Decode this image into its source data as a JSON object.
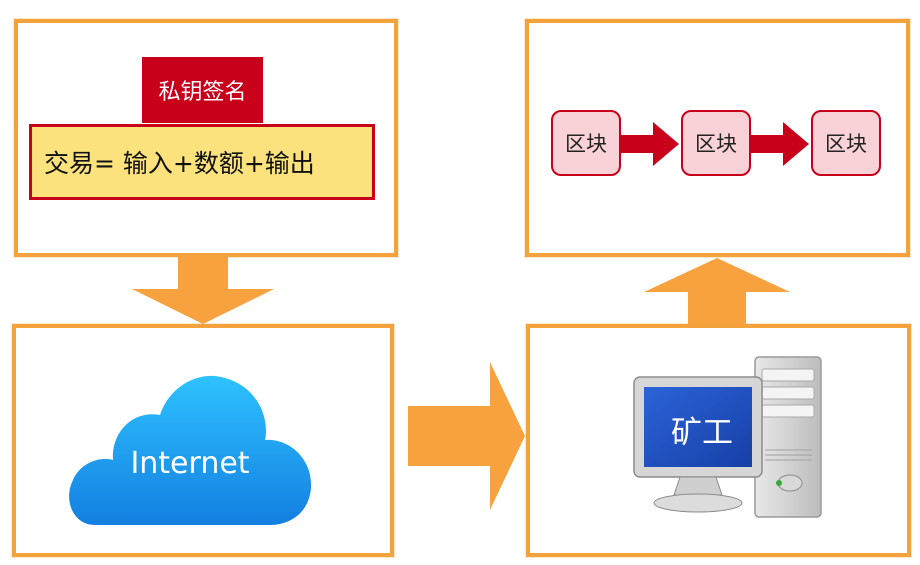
{
  "transaction": {
    "signature_label": "私钥签名",
    "formula": "交易= 输入+数额+输出"
  },
  "blockchain": {
    "blocks": [
      "区块",
      "区块",
      "区块"
    ]
  },
  "network": {
    "cloud_label": "Internet",
    "icon": "cloud-icon"
  },
  "miner": {
    "label": "矿工",
    "icon": "computer-icon"
  },
  "colors": {
    "panel_border": "#f4a23c",
    "flow_arrow": "#f7a23e",
    "accent_red": "#c8001a",
    "tx_fill": "#fbe27c",
    "block_fill": "#f8d2d6",
    "cloud_blue": "#1e9fe6",
    "screen_blue": "#1d4ec2"
  }
}
